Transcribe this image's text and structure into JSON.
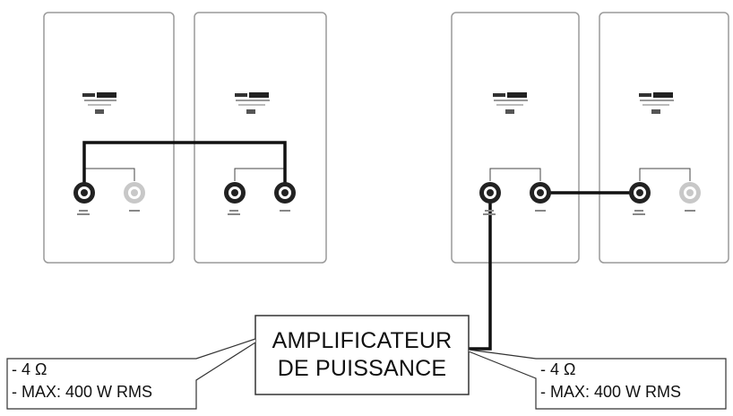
{
  "amplifier": {
    "line1": "AMPLIFICATEUR",
    "line2": "DE PUISSANCE"
  },
  "left_spec": {
    "impedance": "- 4  Ω",
    "max_power": "- MAX: 400 W RMS"
  },
  "right_spec": {
    "impedance": "- 4  Ω",
    "max_power": "- MAX: 400 W RMS"
  },
  "colors": {
    "cabinet_border": "#9a9a9a",
    "wire": "#111111",
    "inactive_terminal": "#c8c8c8"
  }
}
